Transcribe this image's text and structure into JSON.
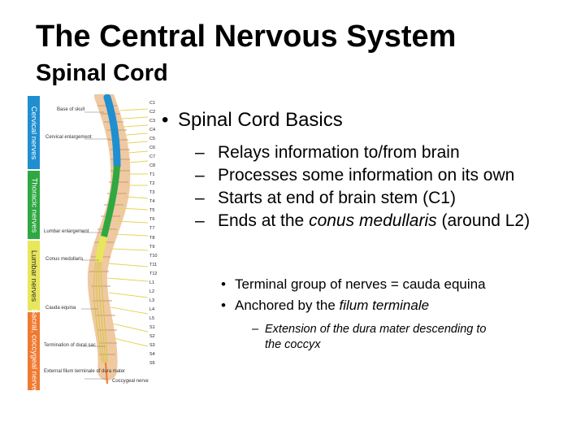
{
  "title": "The Central Nervous System",
  "subtitle": "Spinal Cord",
  "figure": {
    "bands": [
      {
        "label": "Cervical nerves",
        "color": "#1f8fd0"
      },
      {
        "label": "Thoracic nerves",
        "color": "#2fa842"
      },
      {
        "label": "Lumbar nerves",
        "color": "#e8e65a"
      },
      {
        "label": "Sacral, coccygeal nerves",
        "color": "#ef7a30"
      }
    ],
    "labels": {
      "base_skull": "Base of skull",
      "cervical_enlargement": "Cervical enlargement",
      "lumbar_enlargement": "Lumbar enlargement",
      "conus_medullaris": "Conus medullaris",
      "cauda_equina": "Cauda equina",
      "termination_dural_sac": "Termination of dural sac",
      "external_filum": "External filum terminale of dura mater",
      "coccygeal_nerve": "Coccygeal nerve"
    },
    "vertebra_labels": [
      "C1",
      "C2",
      "C3",
      "C4",
      "C5",
      "C6",
      "C7",
      "C8",
      "T1",
      "T2",
      "T3",
      "T4",
      "T5",
      "T6",
      "T7",
      "T8",
      "T9",
      "T10",
      "T11",
      "T12",
      "L1",
      "L2",
      "L3",
      "L4",
      "L5",
      "S1",
      "S2",
      "S3",
      "S4",
      "S5"
    ]
  },
  "content": {
    "bullet1": "Spinal Cord Basics",
    "dash_items": [
      {
        "text": "Relays information to/from brain"
      },
      {
        "text": "Processes some information on its own"
      },
      {
        "text": "Starts at end of brain stem (C1)"
      },
      {
        "pre": "Ends at the ",
        "em": "conus medullaris",
        "post": " (around L2)"
      }
    ],
    "sub_bullets": [
      {
        "text": "Terminal group of nerves = cauda equina"
      },
      {
        "pre": "Anchored by the ",
        "em": "filum terminale"
      }
    ],
    "dash3": {
      "line1": "Extension of the dura mater descending to",
      "line2": "the coccyx"
    }
  }
}
